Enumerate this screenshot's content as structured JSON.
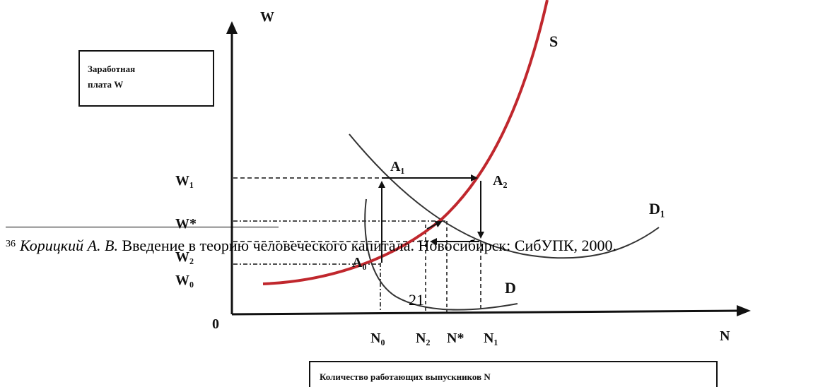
{
  "figure": {
    "y_axis_symbol": "W",
    "x_axis_symbol": "N",
    "origin": "0",
    "y_box": {
      "line1": "Заработная",
      "line2": "плата    W"
    },
    "x_box": {
      "text": "Количество работающих выпускников    N"
    },
    "y_labels": {
      "w1": "W₁",
      "wstar": "W*",
      "w2": "W₂",
      "w0": "W₀"
    },
    "x_labels": {
      "n0": "N₀",
      "n2": "N₂",
      "nstar": "N*",
      "n1": "N₁"
    },
    "curves": {
      "supply": "S",
      "demand": "D",
      "demand_shifted": "D₁"
    },
    "points": {
      "a1": "A₁",
      "a2": "A₂",
      "a0": "A₀"
    },
    "colors": {
      "supply": "#c0272d",
      "ink": "#111111"
    }
  },
  "footnote": {
    "number": "36",
    "author": "Корицкий А. В.",
    "text": " Введение в теорию человеческого капитала. Новосибирск: СибУПК, 2000."
  },
  "page_number": "21"
}
